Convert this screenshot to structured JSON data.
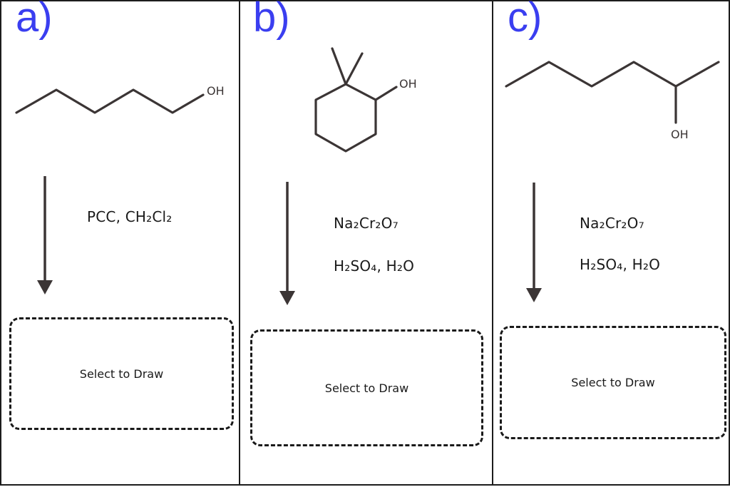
{
  "panels": {
    "a": {
      "letter": "a)",
      "reagent_line1": "PCC, CH₂Cl₂",
      "oh_label": "OH",
      "draw_label": "Select to Draw"
    },
    "b": {
      "letter": "b)",
      "reagent_line1": "Na₂Cr₂O₇",
      "reagent_line2": "H₂SO₄, H₂O",
      "oh_label": "OH",
      "draw_label": "Select to Draw"
    },
    "c": {
      "letter": "c)",
      "reagent_line1": "Na₂Cr₂O₇",
      "reagent_line2": "H₂SO₄, H₂O",
      "oh_label": "OH",
      "draw_label": "Select to Draw"
    }
  },
  "colors": {
    "letter": "#3a3ef0",
    "bond": "#3b3535",
    "border": "#1c1c1c"
  }
}
